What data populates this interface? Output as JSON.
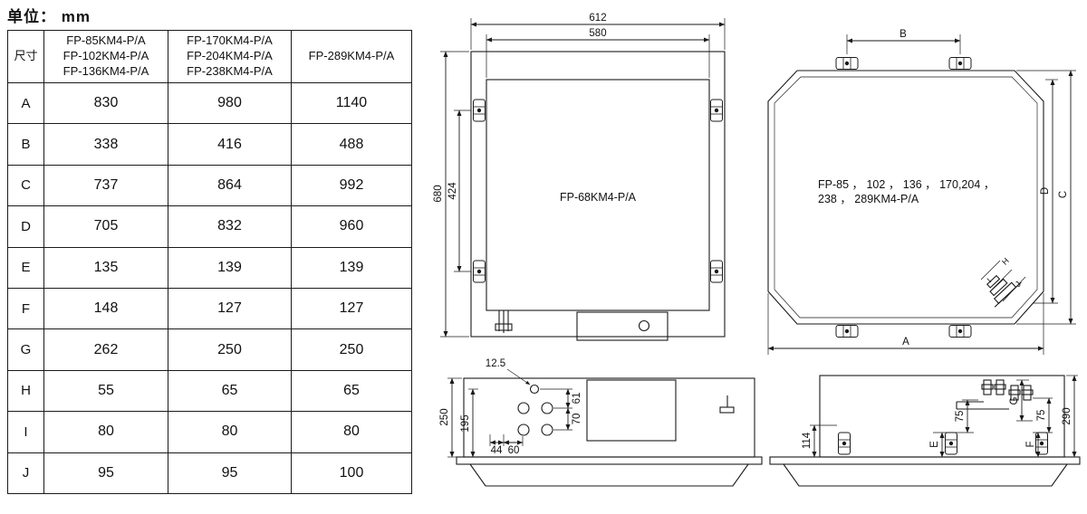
{
  "page": {
    "unit_label": "单位： mm"
  },
  "table": {
    "corner": "尺寸",
    "col_headers": [
      [
        "FP-85KM4-P/A",
        "FP-102KM4-P/A",
        "FP-136KM4-P/A"
      ],
      [
        "FP-170KM4-P/A",
        "FP-204KM4-P/A",
        "FP-238KM4-P/A"
      ],
      [
        "FP-289KM4-P/A"
      ]
    ],
    "rows": [
      {
        "dim": "A",
        "values": [
          "830",
          "980",
          "1140"
        ]
      },
      {
        "dim": "B",
        "values": [
          "338",
          "416",
          "488"
        ]
      },
      {
        "dim": "C",
        "values": [
          "737",
          "864",
          "992"
        ]
      },
      {
        "dim": "D",
        "values": [
          "705",
          "832",
          "960"
        ]
      },
      {
        "dim": "E",
        "values": [
          "135",
          "139",
          "139"
        ]
      },
      {
        "dim": "F",
        "values": [
          "148",
          "127",
          "127"
        ]
      },
      {
        "dim": "G",
        "values": [
          "262",
          "250",
          "250"
        ]
      },
      {
        "dim": "H",
        "values": [
          "55",
          "65",
          "65"
        ]
      },
      {
        "dim": "I",
        "values": [
          "80",
          "80",
          "80"
        ]
      },
      {
        "dim": "J",
        "values": [
          "95",
          "95",
          "100"
        ]
      }
    ]
  },
  "drawings": {
    "mid_top": {
      "model": "FP-68KM4-P/A",
      "dim_width_outer": "612",
      "dim_width_inner": "580",
      "dim_height_outer": "680",
      "dim_height_inner": "424"
    },
    "mid_front": {
      "dim_offset": "12.5",
      "dim_v1": "61",
      "dim_v2": "70",
      "dim_total_h": "250",
      "dim_inner_h": "195",
      "dim_w1": "44",
      "dim_w2": "60"
    },
    "right_top": {
      "model_line1": "FP-85 ， 102 ， 136 ， 170,204 ，",
      "model_line2": "238 ， 289KM4-P/A",
      "dim_b": "B",
      "dim_d": "D",
      "dim_c": "C",
      "dim_a": "A",
      "dim_h": "H",
      "dim_i": "I",
      "dim_j": "J"
    },
    "right_front": {
      "dim_114": "114",
      "dim_e": "E",
      "dim_75a": "75",
      "dim_g": "G",
      "dim_75b": "75",
      "dim_f": "F",
      "dim_290": "290"
    }
  }
}
